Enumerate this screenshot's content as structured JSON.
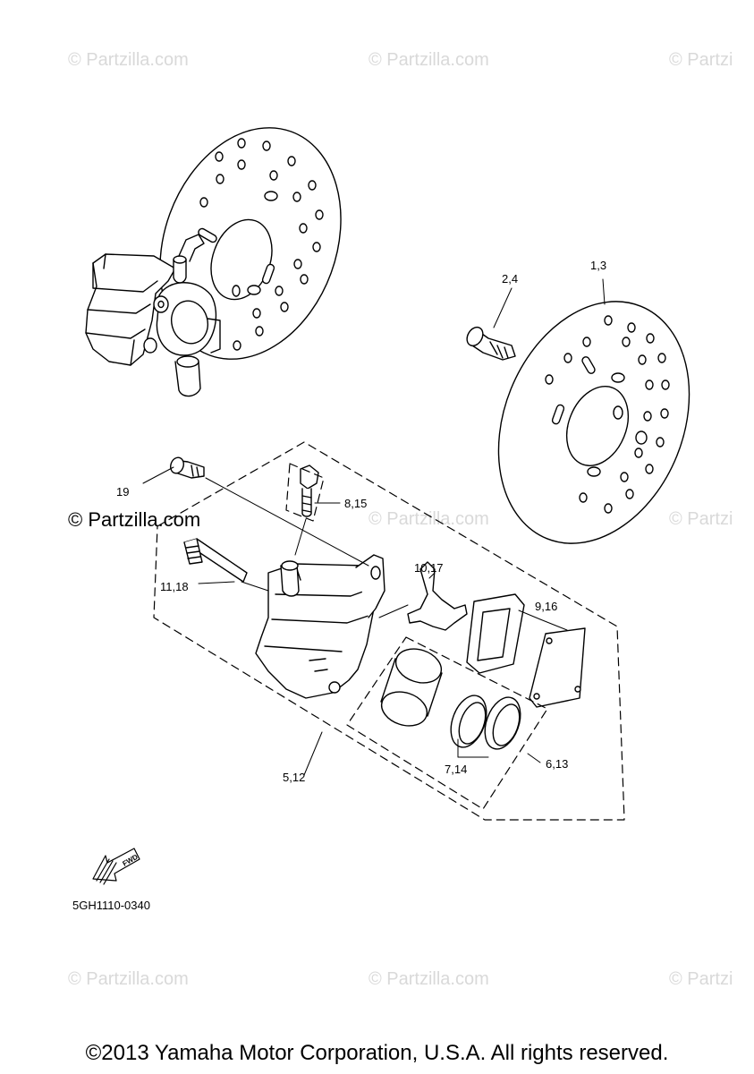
{
  "watermarks": {
    "text": "© Partzilla.com",
    "text_cut": "© Partzi"
  },
  "callouts": {
    "c1": "1,3",
    "c2": "2,4",
    "c3": "19",
    "c4": "8,15",
    "c5": "10,17",
    "c6": "11,18",
    "c7": "9,16",
    "c8": "5,12",
    "c9": "7,14",
    "c10": "6,13"
  },
  "fwd_label": "FWD",
  "diagram_code": "5GH1110-0340",
  "copyright": "©2013 Yamaha Motor Corporation, U.S.A. All rights reserved."
}
